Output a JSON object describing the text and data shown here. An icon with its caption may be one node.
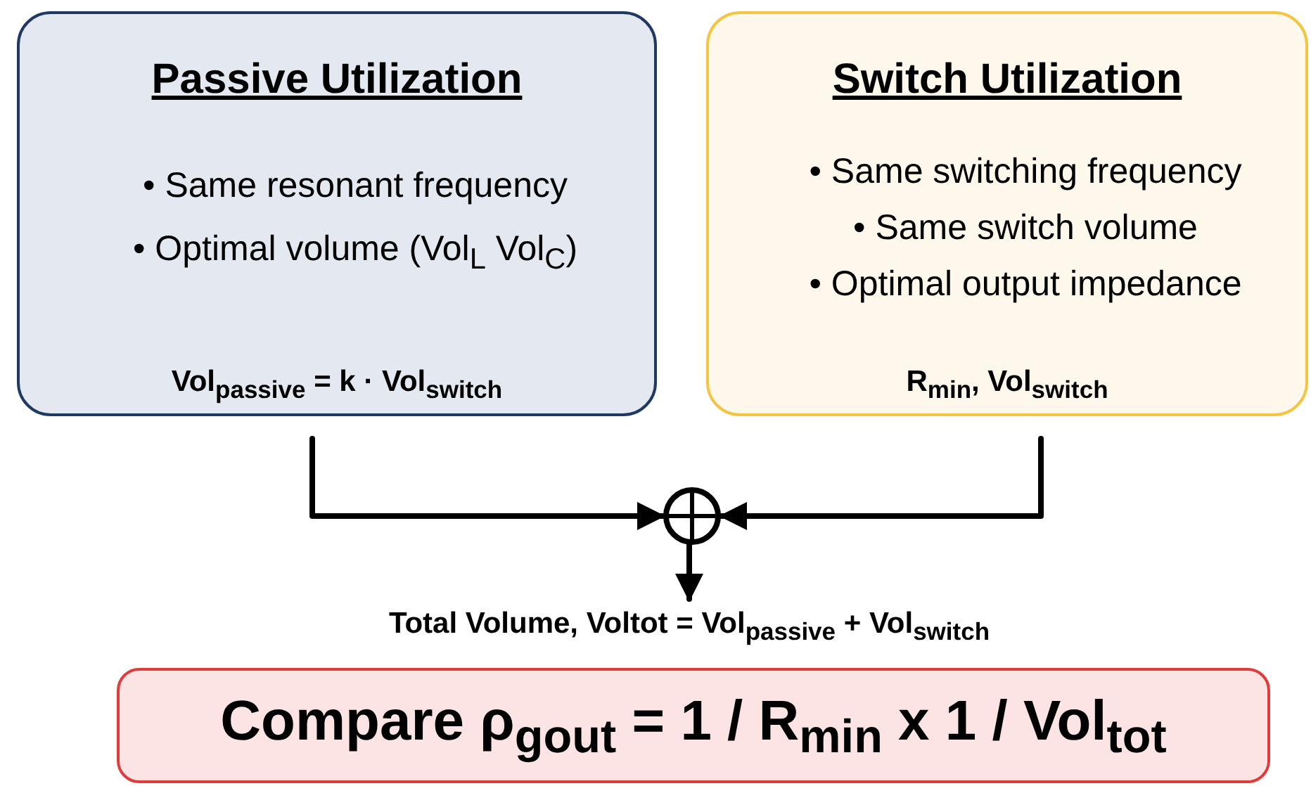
{
  "diagram": {
    "nodes": [
      {
        "text": [
          "Passive Utilization",
          "• Same resonant frequency",
          "• Optimal volume (Vol$_{L}$    Vol$_{C}$)",
          "Vol$_{passive}$ = k · Vol$_{switch}$"
        ]
      },
      {
        "text": [
          "Switch Utilization",
          "• Same switching frequency",
          "• Same switch volume",
          "• Optimal output impedance",
          "R$_{min}$, Vol$_{switch}$"
        ]
      },
      {
        "text": [],
        "shape": "circle"
      },
      {
        "text": [
          "Total Volume, Voltot  = Vol$_{passive}$  + Vol$_{switch}$"
        ]
      },
      {
        "text": [
          "Compare   ρ$_{gout}$ = 1 / R$_{min}$ x 1 / Vol$_{tot}$"
        ]
      }
    ],
    "edges": [
      {
        "from": 0,
        "to": 2,
        "arrow": "to"
      },
      {
        "from": 1,
        "to": 2,
        "arrow": "to"
      },
      {
        "from": 2,
        "to": 3,
        "arrow": "to"
      }
    ]
  }
}
